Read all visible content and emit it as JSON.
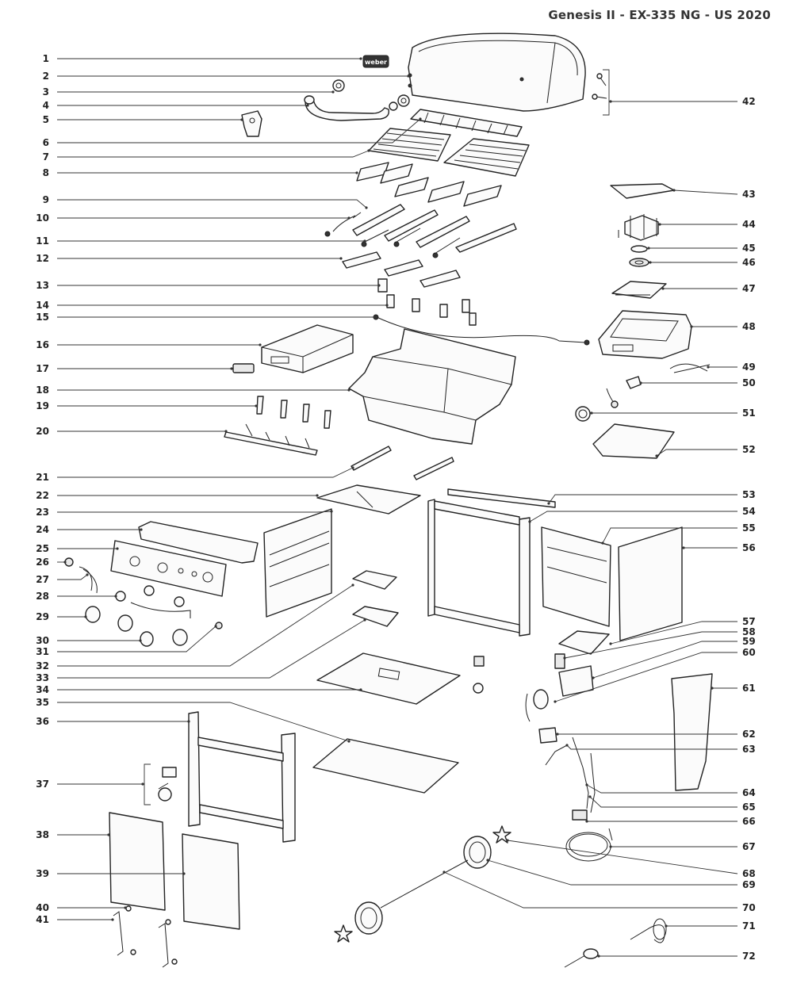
{
  "title": "Genesis II - EX-335 NG - US 2020",
  "callouts": [
    "1",
    "2",
    "3",
    "4",
    "5",
    "6",
    "7",
    "8",
    "9",
    "10",
    "11",
    "12",
    "13",
    "14",
    "15",
    "16",
    "17",
    "18",
    "19",
    "20",
    "21",
    "22",
    "23",
    "24",
    "25",
    "26",
    "27",
    "28",
    "29",
    "30",
    "31",
    "32",
    "33",
    "34",
    "35",
    "36",
    "37",
    "38",
    "39",
    "40",
    "41",
    "42",
    "43",
    "44",
    "45",
    "46",
    "47",
    "48",
    "49",
    "50",
    "51",
    "52",
    "53",
    "54",
    "55",
    "56",
    "57",
    "58",
    "59",
    "60",
    "61",
    "62",
    "63",
    "64",
    "65",
    "66",
    "67",
    "68",
    "69",
    "70",
    "71",
    "72"
  ],
  "logo_text": "weber"
}
